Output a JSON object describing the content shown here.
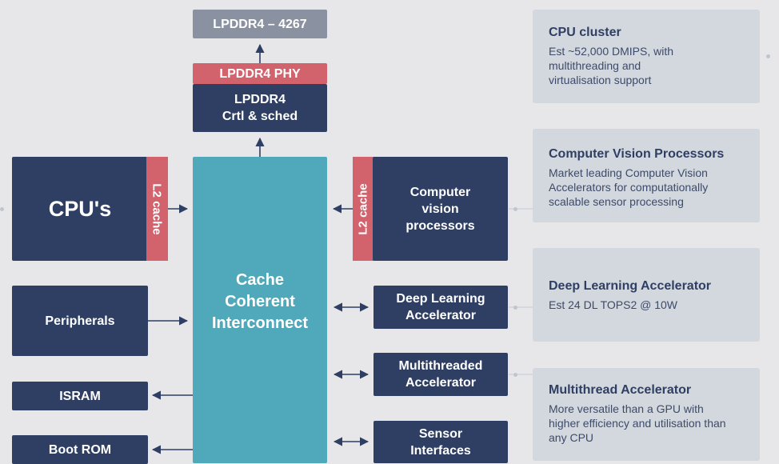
{
  "blocks": {
    "lpddr4_speed": "LPDDR4 – 4267",
    "lpddr4_phy": "LPDDR4 PHY",
    "lpddr4_ctrl": "LPDDR4\nCrtl & sched",
    "cpus": "CPU's",
    "cpu_l2": "L2 cache",
    "interconnect": "Cache\nCoherent\nInterconnect",
    "cv_l2": "L2 cache",
    "cv_processors": "Computer\nvision\nprocessors",
    "peripherals": "Peripherals",
    "isram": "ISRAM",
    "boot_rom": "Boot ROM",
    "dla": "Deep Learning\nAccelerator",
    "mta": "Multithreaded\nAccelerator",
    "sensor": "Sensor\nInterfaces"
  },
  "cards": {
    "cpu_cluster": {
      "title": "CPU cluster",
      "body": "Est ~52,000 DMIPS, with\nmultithreading and\nvirtualisation support"
    },
    "cvp": {
      "title": "Computer Vision Processors",
      "body": "Market leading Computer Vision\nAccelerators for computationally\nscalable sensor processing"
    },
    "dla": {
      "title": "Deep Learning Accelerator",
      "body": "Est 24 DL TOPS2 @ 10W"
    },
    "mta": {
      "title": "Multithread Accelerator",
      "body": "More versatile than a GPU with\nhigher efficiency and utilisation than\nany CPU"
    }
  },
  "colors": {
    "navy": "#2f3f63",
    "teal": "#4fa9ba",
    "red": "#d2636d",
    "gray": "#8a92a2",
    "card": "#d3d7de",
    "background": "#e7e7ea"
  }
}
